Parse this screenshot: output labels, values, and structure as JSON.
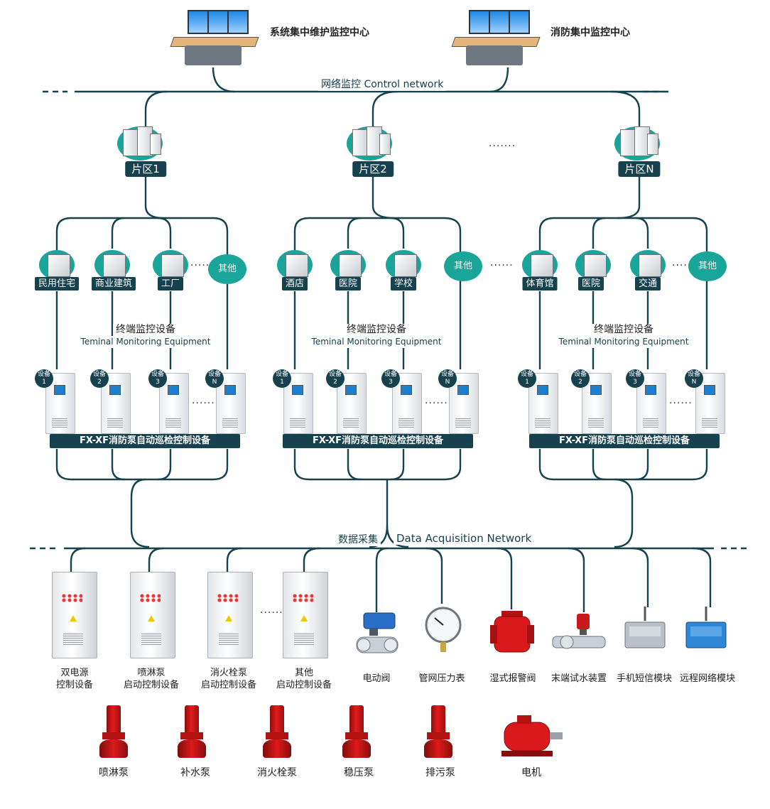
{
  "centers": {
    "left_title": "系统集中维护监控中心",
    "right_title": "消防集中监控中心"
  },
  "control_network_label": "网络监控 Control network",
  "zones": [
    {
      "label": "片区1"
    },
    {
      "label": "片区2"
    },
    {
      "label": "片区N"
    }
  ],
  "zone_ellipsis": "·······",
  "buildings": {
    "group1": [
      "民用住宅",
      "商业建筑",
      "工厂"
    ],
    "group2": [
      "酒店",
      "医院",
      "学校"
    ],
    "group3": [
      "体育馆",
      "医院",
      "交通"
    ],
    "other": "其他",
    "ellipsis": "······"
  },
  "terminal": {
    "cn": "终端监控设备",
    "en": "Teminal Monitoring Equipment"
  },
  "device_badges": [
    {
      "line1": "设备",
      "line2": "1"
    },
    {
      "line1": "设备",
      "line2": "2"
    },
    {
      "line1": "设备",
      "line2": "3"
    },
    {
      "line1": "设备",
      "line2": "N"
    }
  ],
  "device_ellipsis": "······",
  "equipment_bar": "FX-XF消防泵自动巡检控制设备",
  "data_network": {
    "cn": "数据采集",
    "en": "Data Acquisition Network"
  },
  "cabinets": [
    {
      "line1": "双电源",
      "line2": "控制设备"
    },
    {
      "line1": "喷淋泵",
      "line2": "启动控制设备"
    },
    {
      "line1": "消火栓泵",
      "line2": "启动控制设备"
    },
    {
      "line1": "其他",
      "line2": "启动控制设备"
    }
  ],
  "cabinet_ellipsis": "······",
  "field_devices": [
    "电动阀",
    "管网压力表",
    "湿式报警阀",
    "末端试水装置",
    "手机短信模块",
    "远程网络模块"
  ],
  "pumps": [
    "喷淋泵",
    "补水泵",
    "消火栓泵",
    "稳压泵",
    "排污泵",
    "电机"
  ],
  "colors": {
    "navy": "#16414f",
    "teal": "#1aa59b",
    "pump_red": "#d9191c"
  }
}
